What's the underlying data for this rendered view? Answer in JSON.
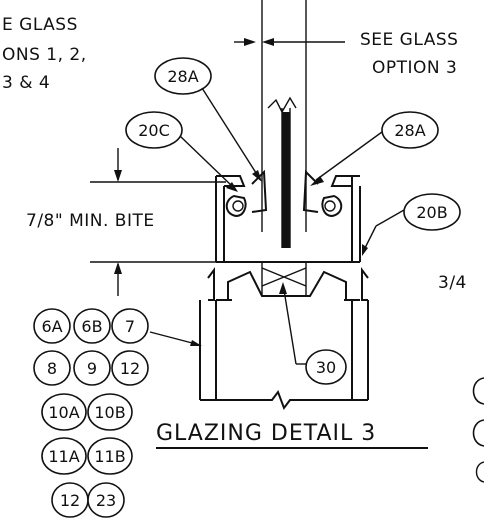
{
  "notes": {
    "see_glass_left": [
      "E GLASS",
      "ONS 1, 2,",
      "3 & 4"
    ],
    "see_glass_right": [
      "SEE GLASS",
      "OPTION 3"
    ],
    "min_bite": "7/8\" MIN. BITE",
    "partial_right": "3/4"
  },
  "callouts": {
    "c28a_left": "28A",
    "c20c": "20C",
    "c28a_right": "28A",
    "c20b": "20B",
    "c30": "30"
  },
  "parts_grid": [
    [
      "6A",
      "6B",
      "7"
    ],
    [
      "8",
      "9",
      "12"
    ],
    [
      "10A",
      "10B"
    ],
    [
      "11A",
      "11B"
    ],
    [
      "12",
      "23"
    ]
  ],
  "title": "GLAZING DETAIL 3"
}
